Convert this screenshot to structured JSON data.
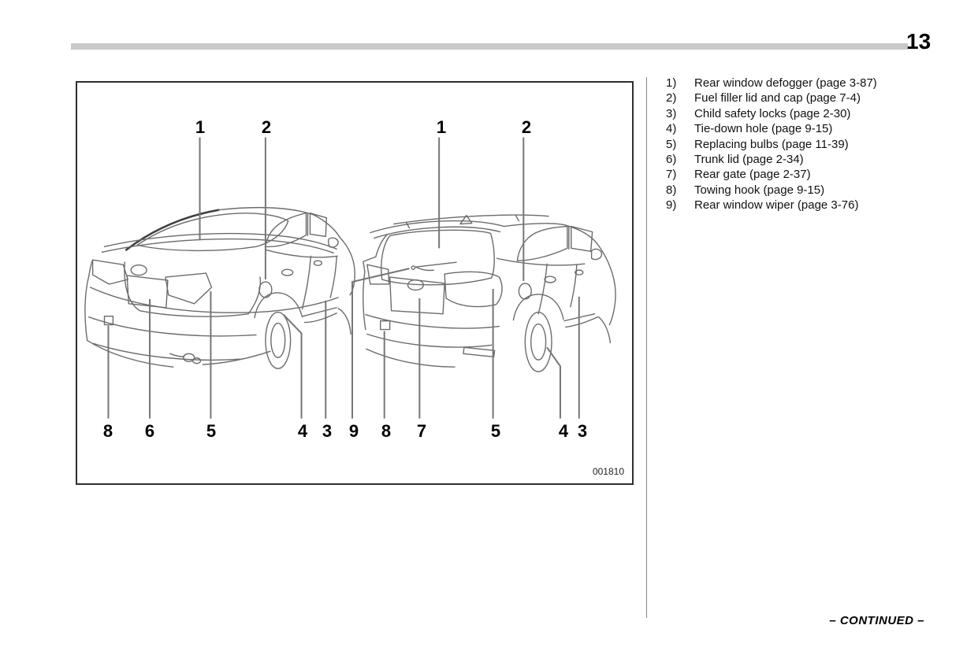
{
  "page": {
    "number": "13"
  },
  "figure": {
    "code": "001810",
    "callouts": [
      {
        "label": "1"
      },
      {
        "label": "2"
      },
      {
        "label": "1"
      },
      {
        "label": "2"
      },
      {
        "label": "8"
      },
      {
        "label": "6"
      },
      {
        "label": "5"
      },
      {
        "label": "4"
      },
      {
        "label": "3"
      },
      {
        "label": "9"
      },
      {
        "label": "8"
      },
      {
        "label": "7"
      },
      {
        "label": "5"
      },
      {
        "label": "4"
      },
      {
        "label": "3"
      }
    ]
  },
  "legend": {
    "items": [
      {
        "num": "1)",
        "text": "Rear window defogger (page 3-87)"
      },
      {
        "num": "2)",
        "text": "Fuel filler lid and cap (page 7-4)"
      },
      {
        "num": "3)",
        "text": "Child safety locks (page 2-30)"
      },
      {
        "num": "4)",
        "text": "Tie-down hole (page 9-15)"
      },
      {
        "num": "5)",
        "text": "Replacing bulbs (page 11-39)"
      },
      {
        "num": "6)",
        "text": "Trunk lid (page 2-34)"
      },
      {
        "num": "7)",
        "text": "Rear gate (page 2-37)"
      },
      {
        "num": "8)",
        "text": "Towing hook (page 9-15)"
      },
      {
        "num": "9)",
        "text": "Rear window wiper (page 3-76)"
      }
    ]
  },
  "footer": {
    "continued": "– CONTINUED –"
  }
}
